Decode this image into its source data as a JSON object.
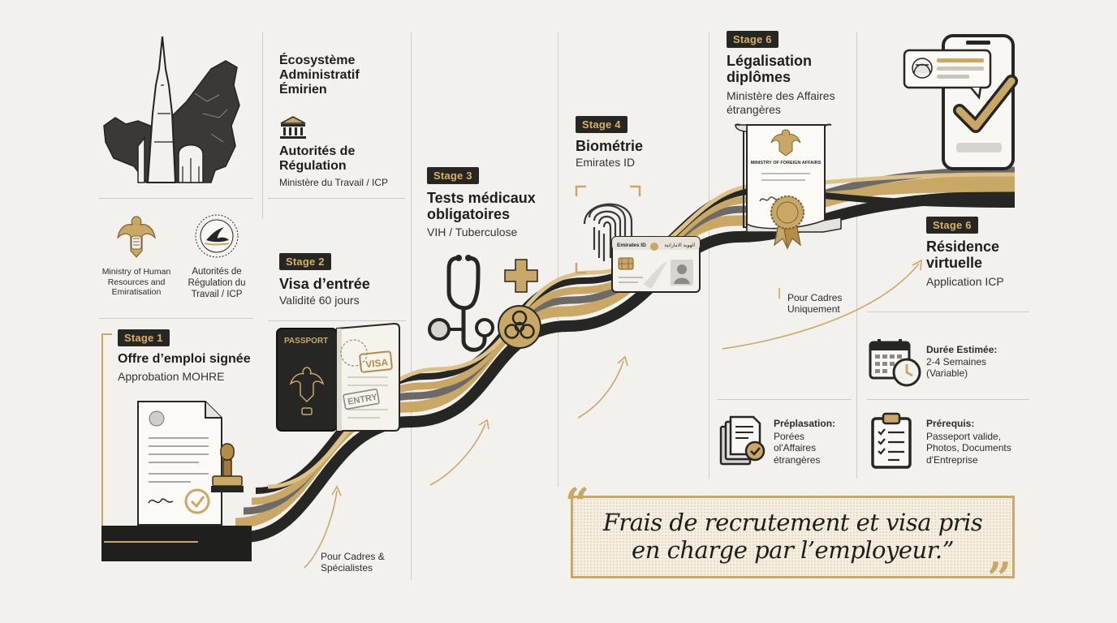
{
  "header": {
    "ecosystem_title": "Écosystème Administratif Émirien",
    "authorities_title": "Autorités de Régulation",
    "authorities_sub": "Ministère du Travail / ICP"
  },
  "logos": {
    "mohre_label": "Ministry of Human Resources and Emiratisation",
    "authority_label": "Autorités de Régulation du Travail / ICP"
  },
  "stages": [
    {
      "badge": "Stage 1",
      "title": "Offre d’emploi signée",
      "sub": "Approbation MOHRE"
    },
    {
      "badge": "Stage 2",
      "title": "Visa d’entrée",
      "sub": "Validité 60 jours"
    },
    {
      "badge": "Stage 3",
      "title": "Tests médicaux obligatoires",
      "sub": "VIH / Tuberculose"
    },
    {
      "badge": "Stage 4",
      "title": "Biométrie",
      "sub": "Emirates ID"
    },
    {
      "badge": "Stage 6",
      "title": "Légalisation diplômes",
      "sub": "Ministère des Affaires étrangères"
    },
    {
      "badge": "Stage 6",
      "title": "Résidence virtuelle",
      "sub": "Application ICP"
    }
  ],
  "passport": {
    "cover": "PASSPORT",
    "visa_stamp": "VISA",
    "entry_stamp": "ENTRY"
  },
  "emirates_id": {
    "card_label": "Emirates ID",
    "arabic_label": "الهوية الاماراتية"
  },
  "certificate": {
    "ministry": "MINISTRY OF FOREIGN AFFAIRS"
  },
  "notes": {
    "cadres_specialistes": "Pour Cadres & Spécialistes",
    "cadres_uniquement": "Pour Cadres Uniquement"
  },
  "info": {
    "duration_label": "Durée Estimée:",
    "duration_value": "2-4 Semaines (Variable)",
    "preplacement_label": "Préplasation:",
    "preplacement_value": "Porées ol'Affaires étrangères",
    "prereq_label": "Prérequis:",
    "prereq_value": "Passeport valide, Photos, Documents d'Entreprise"
  },
  "quote": {
    "line1": "Frais de recrutement et visa pris",
    "line2": "en charge par l’employeur.”",
    "open_mark": "“",
    "close_mark": "”"
  },
  "colors": {
    "gold": "#c9a866",
    "dark": "#262624",
    "grey": "#8c8a86",
    "background": "#f2f1ee"
  },
  "icons": [
    "uae-map-icon",
    "building-columns-icon",
    "falcon-emblem-icon",
    "eagle-emblem-icon",
    "passport-icon",
    "stethoscope-icon",
    "medical-cross-icon",
    "biohazard-icon",
    "fingerprint-icon",
    "id-card-icon",
    "certificate-icon",
    "phone-check-icon",
    "calendar-clock-icon",
    "documents-check-icon",
    "clipboard-checklist-icon",
    "stamp-icon"
  ]
}
